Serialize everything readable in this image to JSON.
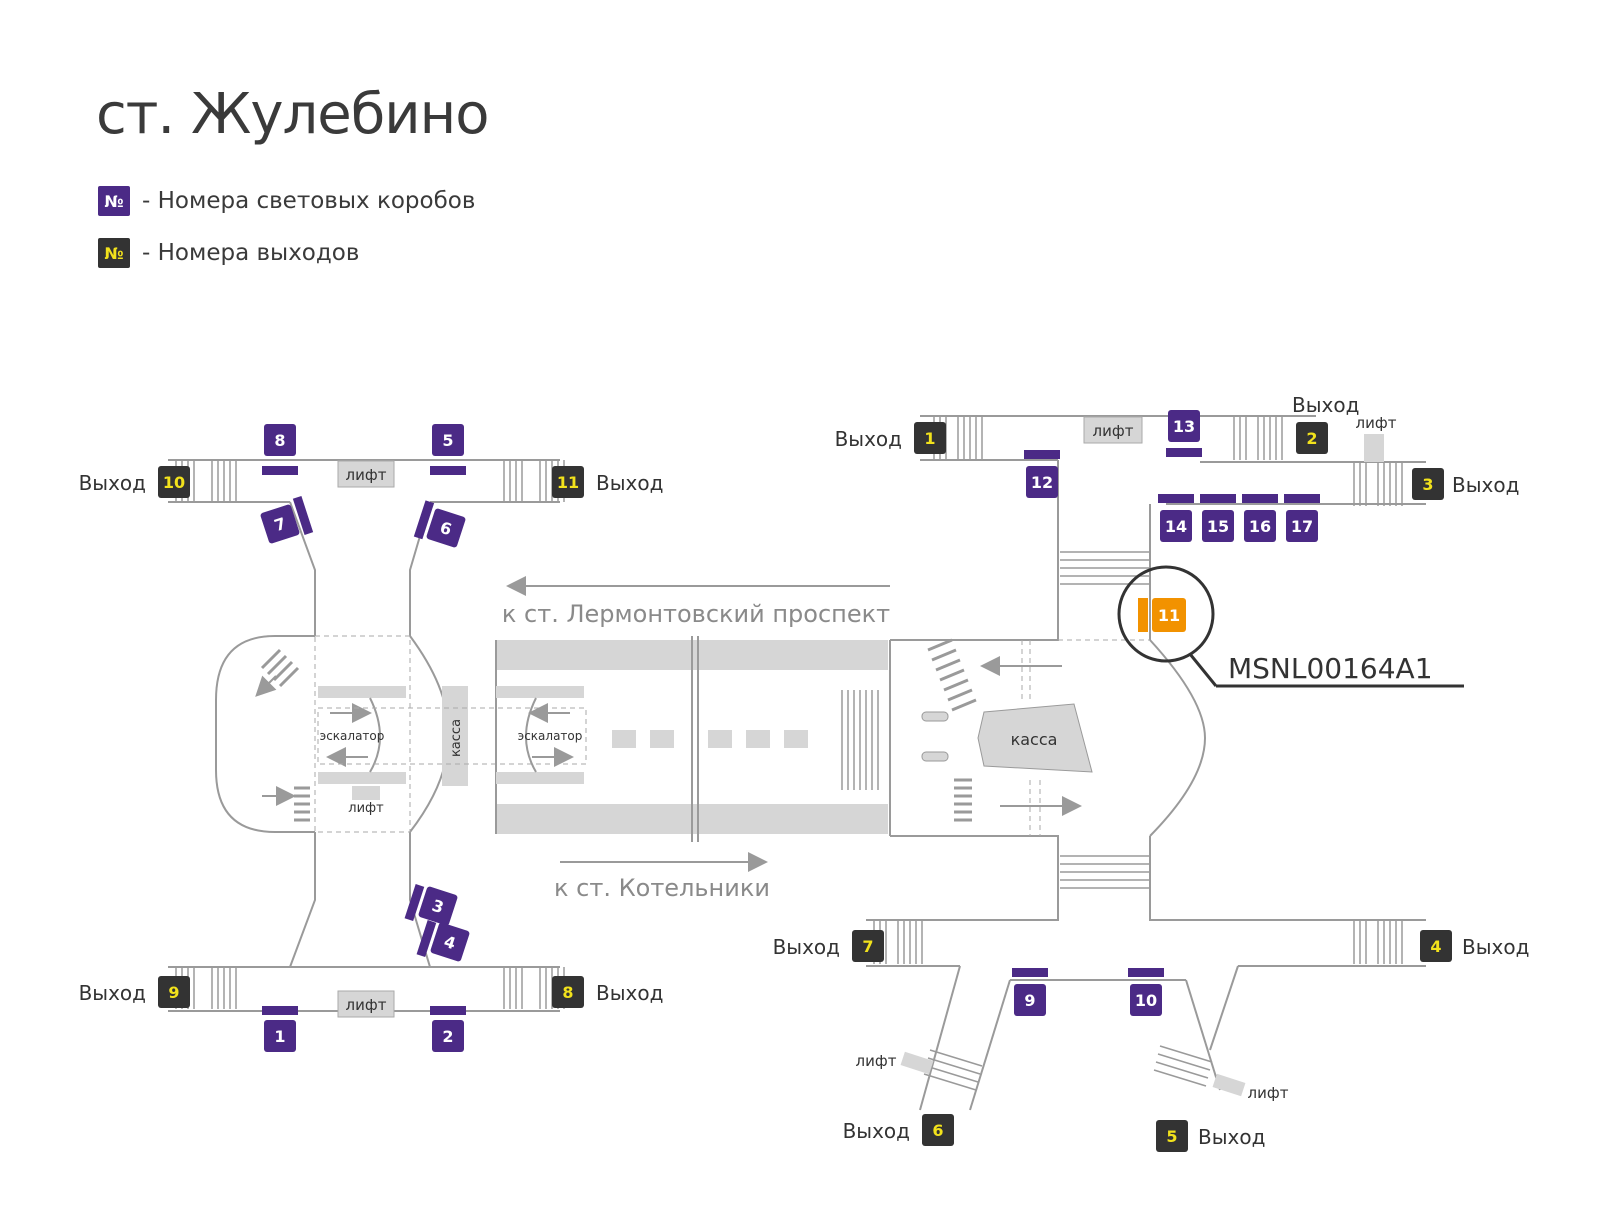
{
  "title": "ст. Жулебино",
  "legend": [
    {
      "symbol": "№",
      "text": "- Номера световых коробов",
      "bg": "#4b2a86",
      "fg": "#ffffff"
    },
    {
      "symbol": "№",
      "text": "- Номера выходов",
      "bg": "#333333",
      "fg": "#f2e21c"
    }
  ],
  "colors": {
    "lightbox": "#4b2a86",
    "exit": "#333333",
    "exit_text": "#f2e21c",
    "highlight": "#f29200",
    "wall": "#999999",
    "fill": "#d6d6d6"
  },
  "labels": {
    "exit_word": "Выход",
    "lift": "лифт",
    "escalator": "эскалатор",
    "kassa": "касса",
    "dir_left": "к ст. Лермонтовский проспект",
    "dir_right": "к ст. Котельники",
    "highlight_code": "MSNL00164A1",
    "highlight_box": "11"
  },
  "left_boxes": [
    "8",
    "5",
    "7",
    "6",
    "3",
    "4",
    "1",
    "2"
  ],
  "left_exits": [
    "10",
    "11",
    "9",
    "8"
  ],
  "right_boxes": [
    "13",
    "12",
    "14",
    "15",
    "16",
    "17",
    "9",
    "10"
  ],
  "right_exits": [
    "1",
    "2",
    "3",
    "7",
    "4",
    "6",
    "5"
  ]
}
